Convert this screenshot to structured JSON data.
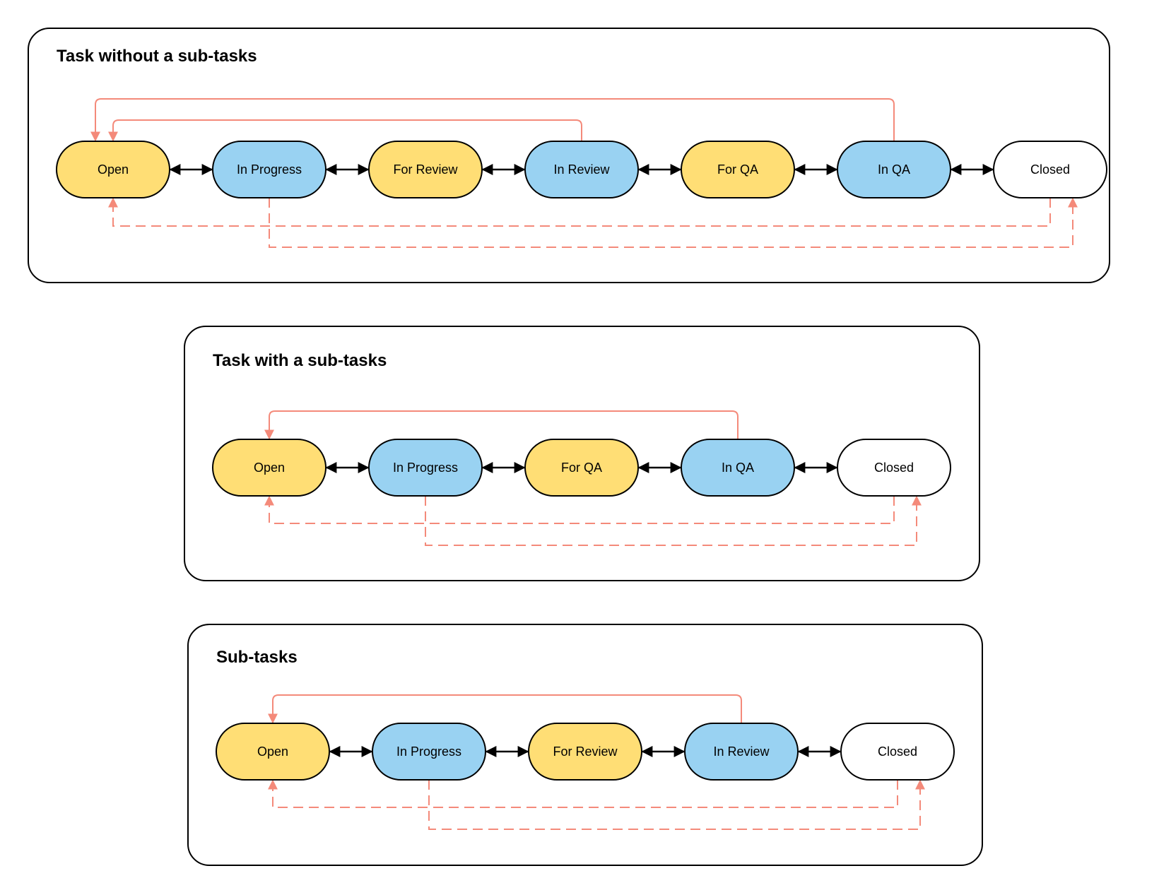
{
  "colors": {
    "todo": "#FFDE75",
    "active": "#99D2F2",
    "done": "#FFFFFF",
    "border": "#000000",
    "back_link": "#F48A7A"
  },
  "legend_note": "",
  "panels": [
    {
      "title": "Task without a sub-tasks",
      "states": [
        {
          "label": "Open",
          "kind": "todo"
        },
        {
          "label": "In Progress",
          "kind": "active"
        },
        {
          "label": "For Review",
          "kind": "todo"
        },
        {
          "label": "In Review",
          "kind": "active"
        },
        {
          "label": "For QA",
          "kind": "todo"
        },
        {
          "label": "In QA",
          "kind": "active"
        },
        {
          "label": "Closed",
          "kind": "done"
        }
      ],
      "return_links": [
        {
          "from": "In QA",
          "to": "Open",
          "style": "solid"
        },
        {
          "from": "In Review",
          "to": "Open",
          "style": "solid"
        },
        {
          "from": "Closed",
          "to": "Open",
          "style": "dashed"
        },
        {
          "from": "In Progress",
          "to": "Closed",
          "style": "dashed"
        }
      ]
    },
    {
      "title": "Task with a sub-tasks",
      "states": [
        {
          "label": "Open",
          "kind": "todo"
        },
        {
          "label": "In Progress",
          "kind": "active"
        },
        {
          "label": "For QA",
          "kind": "todo"
        },
        {
          "label": "In QA",
          "kind": "active"
        },
        {
          "label": "Closed",
          "kind": "done"
        }
      ],
      "return_links": [
        {
          "from": "In QA",
          "to": "Open",
          "style": "solid"
        },
        {
          "from": "Closed",
          "to": "Open",
          "style": "dashed"
        },
        {
          "from": "In Progress",
          "to": "Closed",
          "style": "dashed"
        }
      ]
    },
    {
      "title": "Sub-tasks",
      "states": [
        {
          "label": "Open",
          "kind": "todo"
        },
        {
          "label": "In Progress",
          "kind": "active"
        },
        {
          "label": "For Review",
          "kind": "todo"
        },
        {
          "label": "In Review",
          "kind": "active"
        },
        {
          "label": "Closed",
          "kind": "done"
        }
      ],
      "return_links": [
        {
          "from": "In Review",
          "to": "Open",
          "style": "solid"
        },
        {
          "from": "Closed",
          "to": "Open",
          "style": "dashed"
        },
        {
          "from": "In Progress",
          "to": "Closed",
          "style": "dashed"
        }
      ]
    }
  ]
}
